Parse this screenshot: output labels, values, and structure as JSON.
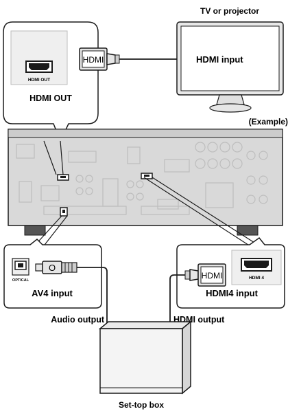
{
  "tv": {
    "title": "TV or projector",
    "input_label": "HDMI input",
    "example_label": "(Example)"
  },
  "receiver_callouts": {
    "hdmi_out": {
      "port_label": "HDMI OUT",
      "caption": "HDMI OUT",
      "plug_label": "HDMI"
    },
    "av4": {
      "port_label": "OPTICAL",
      "caption": "AV4 input"
    },
    "hdmi4": {
      "port_label": "HDMI 4",
      "caption": "HDMI4 input",
      "plug_label": "HDMI"
    }
  },
  "set_top_box": {
    "label": "Set-top box",
    "audio_output_label": "Audio output",
    "hdmi_output_label": "HDMI output"
  },
  "colors": {
    "outline": "#1a1a1a",
    "receiver_panel": "#d9d9d9",
    "receiver_detail": "#bdbdbd",
    "box_fill": "#f4f4f4",
    "plug_fill": "#e6e6e6"
  }
}
